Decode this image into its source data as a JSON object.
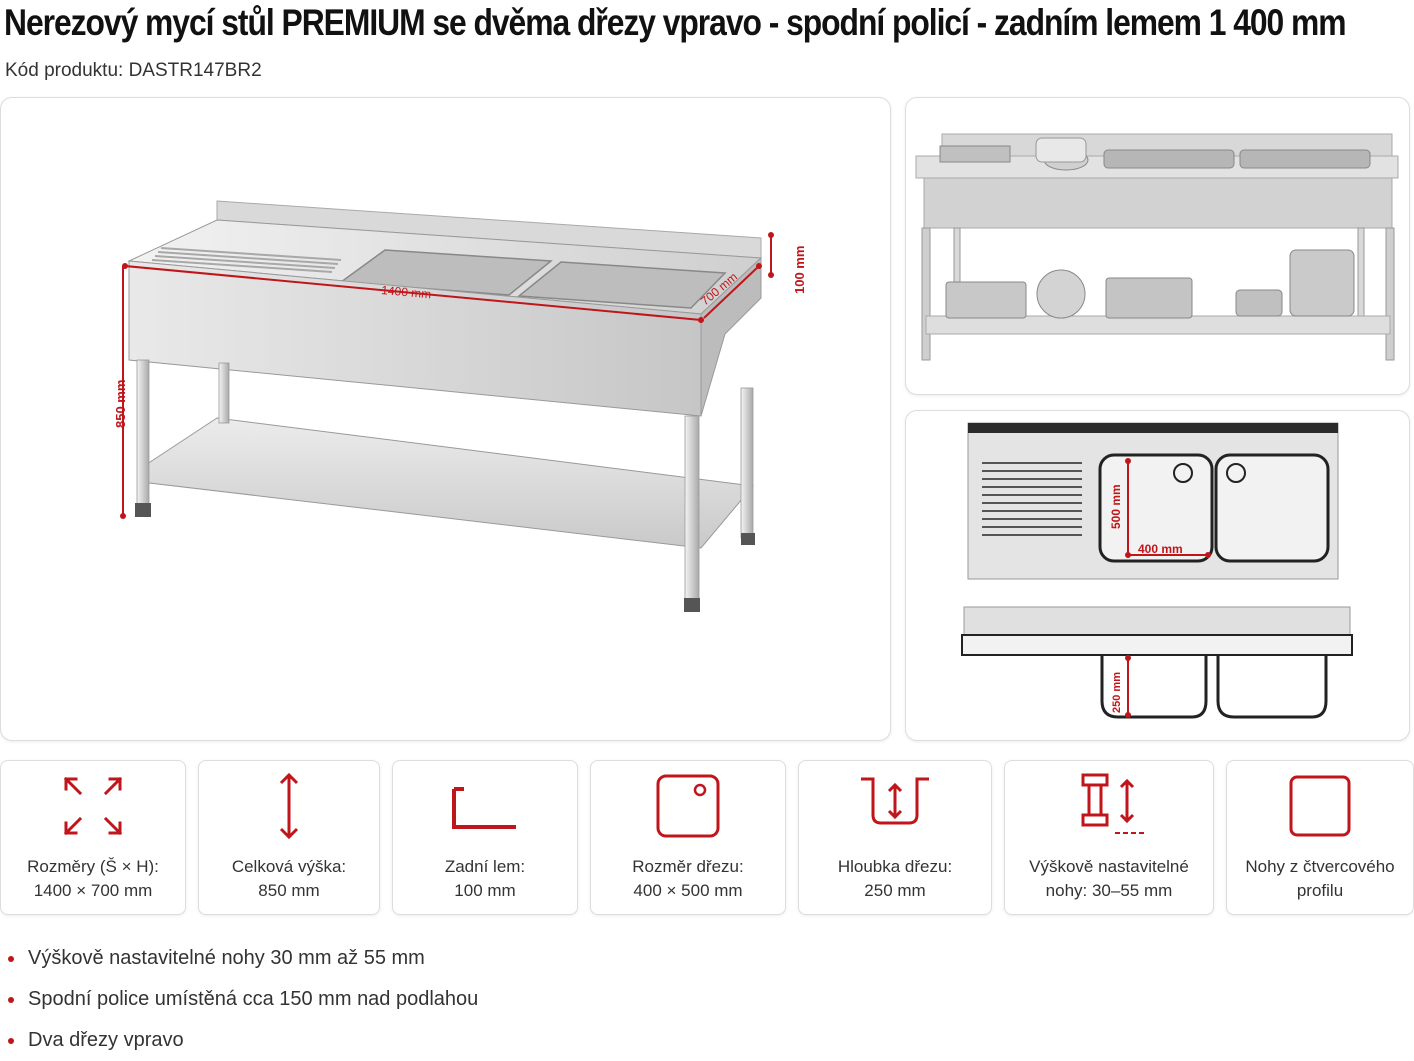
{
  "header": {
    "title": "Nerezový mycí stůl PREMIUM se dvěma dřezy vpravo - spodní policí - zadním lemem 1 400 mm",
    "product_code": "Kód produktu: DASTR147BR2"
  },
  "main_image": {
    "dim_width": "1400 mm",
    "dim_depth": "700 mm",
    "dim_backsplash": "100 mm",
    "dim_height": "850 mm"
  },
  "diagram": {
    "sink_depth_label": "500 mm",
    "sink_width_label": "400 mm",
    "bowl_depth_label": "250 mm"
  },
  "features": [
    {
      "icon": "expand-arrows-icon",
      "line1": "Rozměry (Š × H):",
      "line2": "1400 × 700 mm"
    },
    {
      "icon": "vertical-arrow-icon",
      "line1": "Celková výška:",
      "line2": "850 mm"
    },
    {
      "icon": "backsplash-icon",
      "line1": "Zadní lem:",
      "line2": "100 mm"
    },
    {
      "icon": "sink-icon",
      "line1": "Rozměr dřezu:",
      "line2": "400 × 500 mm"
    },
    {
      "icon": "sink-depth-icon",
      "line1": "Hloubka dřezu:",
      "line2": "250 mm"
    },
    {
      "icon": "adjustable-foot-icon",
      "line1": "Výškově nastavitelné",
      "line2": "nohy: 30–55 mm"
    },
    {
      "icon": "square-profile-icon",
      "line1": "Nohy z čtvercového",
      "line2": "profilu"
    }
  ],
  "bullets": [
    "Výškově nastavitelné nohy 30 mm až 55 mm",
    "Spodní police umístěná cca 150 mm nad podlahou",
    "Dva dřezy vpravo"
  ],
  "colors": {
    "accent": "#c0161b",
    "steel_light": "#e6e6e6",
    "steel_dark": "#9a9a9a"
  }
}
